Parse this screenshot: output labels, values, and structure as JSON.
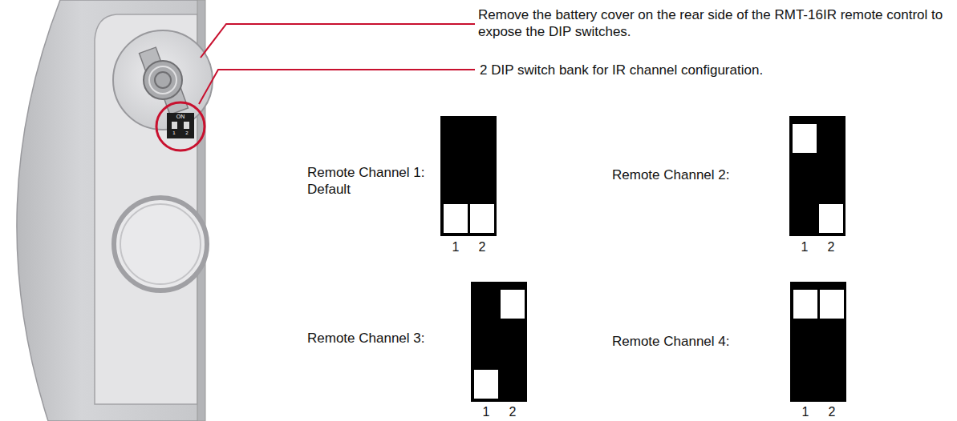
{
  "diagram": {
    "labels": [
      "Remove the battery cover on the rear side of the RMT-16IR remote control to expose the DIP switches.",
      "2 DIP switch bank for IR channel configuration.",
      "ON",
      "1",
      "2",
      "Remote Channel 1: Default",
      "1",
      "2",
      "Remote Channel 2:",
      "1",
      "2",
      "Remote Channel 3:",
      "1",
      "2",
      "Remote Channel 4:",
      "1",
      "2"
    ]
  }
}
